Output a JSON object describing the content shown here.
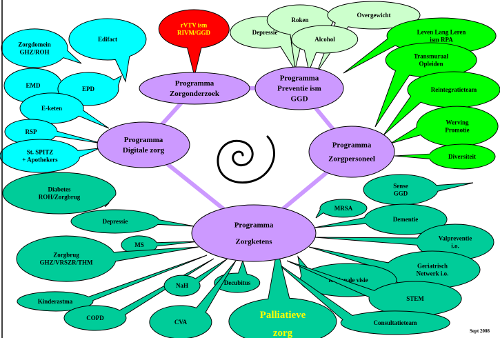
{
  "colors": {
    "program_fill": "#cc99ff",
    "connector": "#cc99ff",
    "digital_fill": "#00ffff",
    "prevention_fill": "#ccffcc",
    "personnel_fill": "#00ff00",
    "chain_fill": "#00cc99",
    "research_fill": "#ff0000",
    "research_text": "#ffff00",
    "palliative_fill": "#00cc99",
    "palliative_text": "#ffff00",
    "outline": "#000000"
  },
  "programs": [
    {
      "id": "zorgonderzoek",
      "lines": [
        "Programma",
        "Zorgonderzoek"
      ]
    },
    {
      "id": "preventie",
      "lines": [
        "Programma",
        "Preventie ism",
        "GGD"
      ]
    },
    {
      "id": "digitale-zorg",
      "lines": [
        "Programma",
        "Digitale zorg"
      ]
    },
    {
      "id": "zorgpersoneel",
      "lines": [
        "Programma",
        "Zorgpersoneel"
      ]
    },
    {
      "id": "zorgketens",
      "lines": [
        "Programma",
        "Zorgketens"
      ]
    }
  ],
  "digital_bubbles": [
    {
      "id": "zorgdomein",
      "lines": [
        "Zorgdomein",
        "GHZ/ROH"
      ]
    },
    {
      "id": "edifact",
      "lines": [
        "Edifact"
      ]
    },
    {
      "id": "emd",
      "lines": [
        "EMD"
      ]
    },
    {
      "id": "epd",
      "lines": [
        "EPD"
      ]
    },
    {
      "id": "e-keten",
      "lines": [
        "E-keten"
      ]
    },
    {
      "id": "rsp",
      "lines": [
        "RSP"
      ]
    },
    {
      "id": "st-spitz",
      "lines": [
        "St. SPITZ",
        "+ Apothekers"
      ]
    }
  ],
  "research_bubbles": [
    {
      "id": "rvtv",
      "lines": [
        "rVTV ism",
        "RIVM/GGD"
      ]
    }
  ],
  "prevention_bubbles": [
    {
      "id": "depressie-prev",
      "lines": [
        "Depressie"
      ]
    },
    {
      "id": "roken",
      "lines": [
        "Roken"
      ]
    },
    {
      "id": "overgewicht",
      "lines": [
        "Overgewicht"
      ]
    },
    {
      "id": "alcohol",
      "lines": [
        "Alcohol"
      ]
    }
  ],
  "personnel_bubbles": [
    {
      "id": "leven-lang-leren",
      "lines": [
        "Leven Lang Leren",
        "ism RPA"
      ]
    },
    {
      "id": "transmuraal",
      "lines": [
        "Transmuraal",
        "Opleiden"
      ]
    },
    {
      "id": "reintegratieteam",
      "lines": [
        "Reintegratieteam"
      ]
    },
    {
      "id": "werving",
      "lines": [
        "Werving",
        "Promotie"
      ]
    },
    {
      "id": "diversiteit",
      "lines": [
        "Diversiteit"
      ]
    }
  ],
  "chain_bubbles": [
    {
      "id": "diabetes",
      "lines": [
        "Diabetes",
        "ROH/Zorgbrug"
      ]
    },
    {
      "id": "depressie-chain",
      "lines": [
        "Depressie"
      ]
    },
    {
      "id": "ms",
      "lines": [
        "MS"
      ]
    },
    {
      "id": "zorgbrug",
      "lines": [
        "Zorgbrug",
        "GHZ/VRSZR/THM"
      ]
    },
    {
      "id": "kinderastma",
      "lines": [
        "Kinderastma"
      ]
    },
    {
      "id": "copd",
      "lines": [
        "COPD"
      ]
    },
    {
      "id": "nah",
      "lines": [
        "NaH"
      ]
    },
    {
      "id": "decubitus",
      "lines": [
        "Decubitus"
      ]
    },
    {
      "id": "cva",
      "lines": [
        "CVA"
      ]
    },
    {
      "id": "sense",
      "lines": [
        "Sense",
        "GGD"
      ]
    },
    {
      "id": "mrsa",
      "lines": [
        "MRSA"
      ]
    },
    {
      "id": "dementie",
      "lines": [
        "Dementie"
      ]
    },
    {
      "id": "valpreventie",
      "lines": [
        "Valpreventie",
        "i.o."
      ]
    },
    {
      "id": "geriatrisch",
      "lines": [
        "Geriatrisch",
        "Netwerk  i.o."
      ]
    },
    {
      "id": "regionale-visie",
      "lines": [
        "Regionale visie"
      ]
    },
    {
      "id": "stem",
      "lines": [
        "STEM"
      ]
    },
    {
      "id": "consultatieteam",
      "lines": [
        "Consultatieteam"
      ]
    }
  ],
  "palliative": {
    "id": "palliatieve-zorg",
    "lines": [
      "Palliatieve",
      "zorg"
    ]
  },
  "footer": {
    "date": "Sept 2008"
  }
}
